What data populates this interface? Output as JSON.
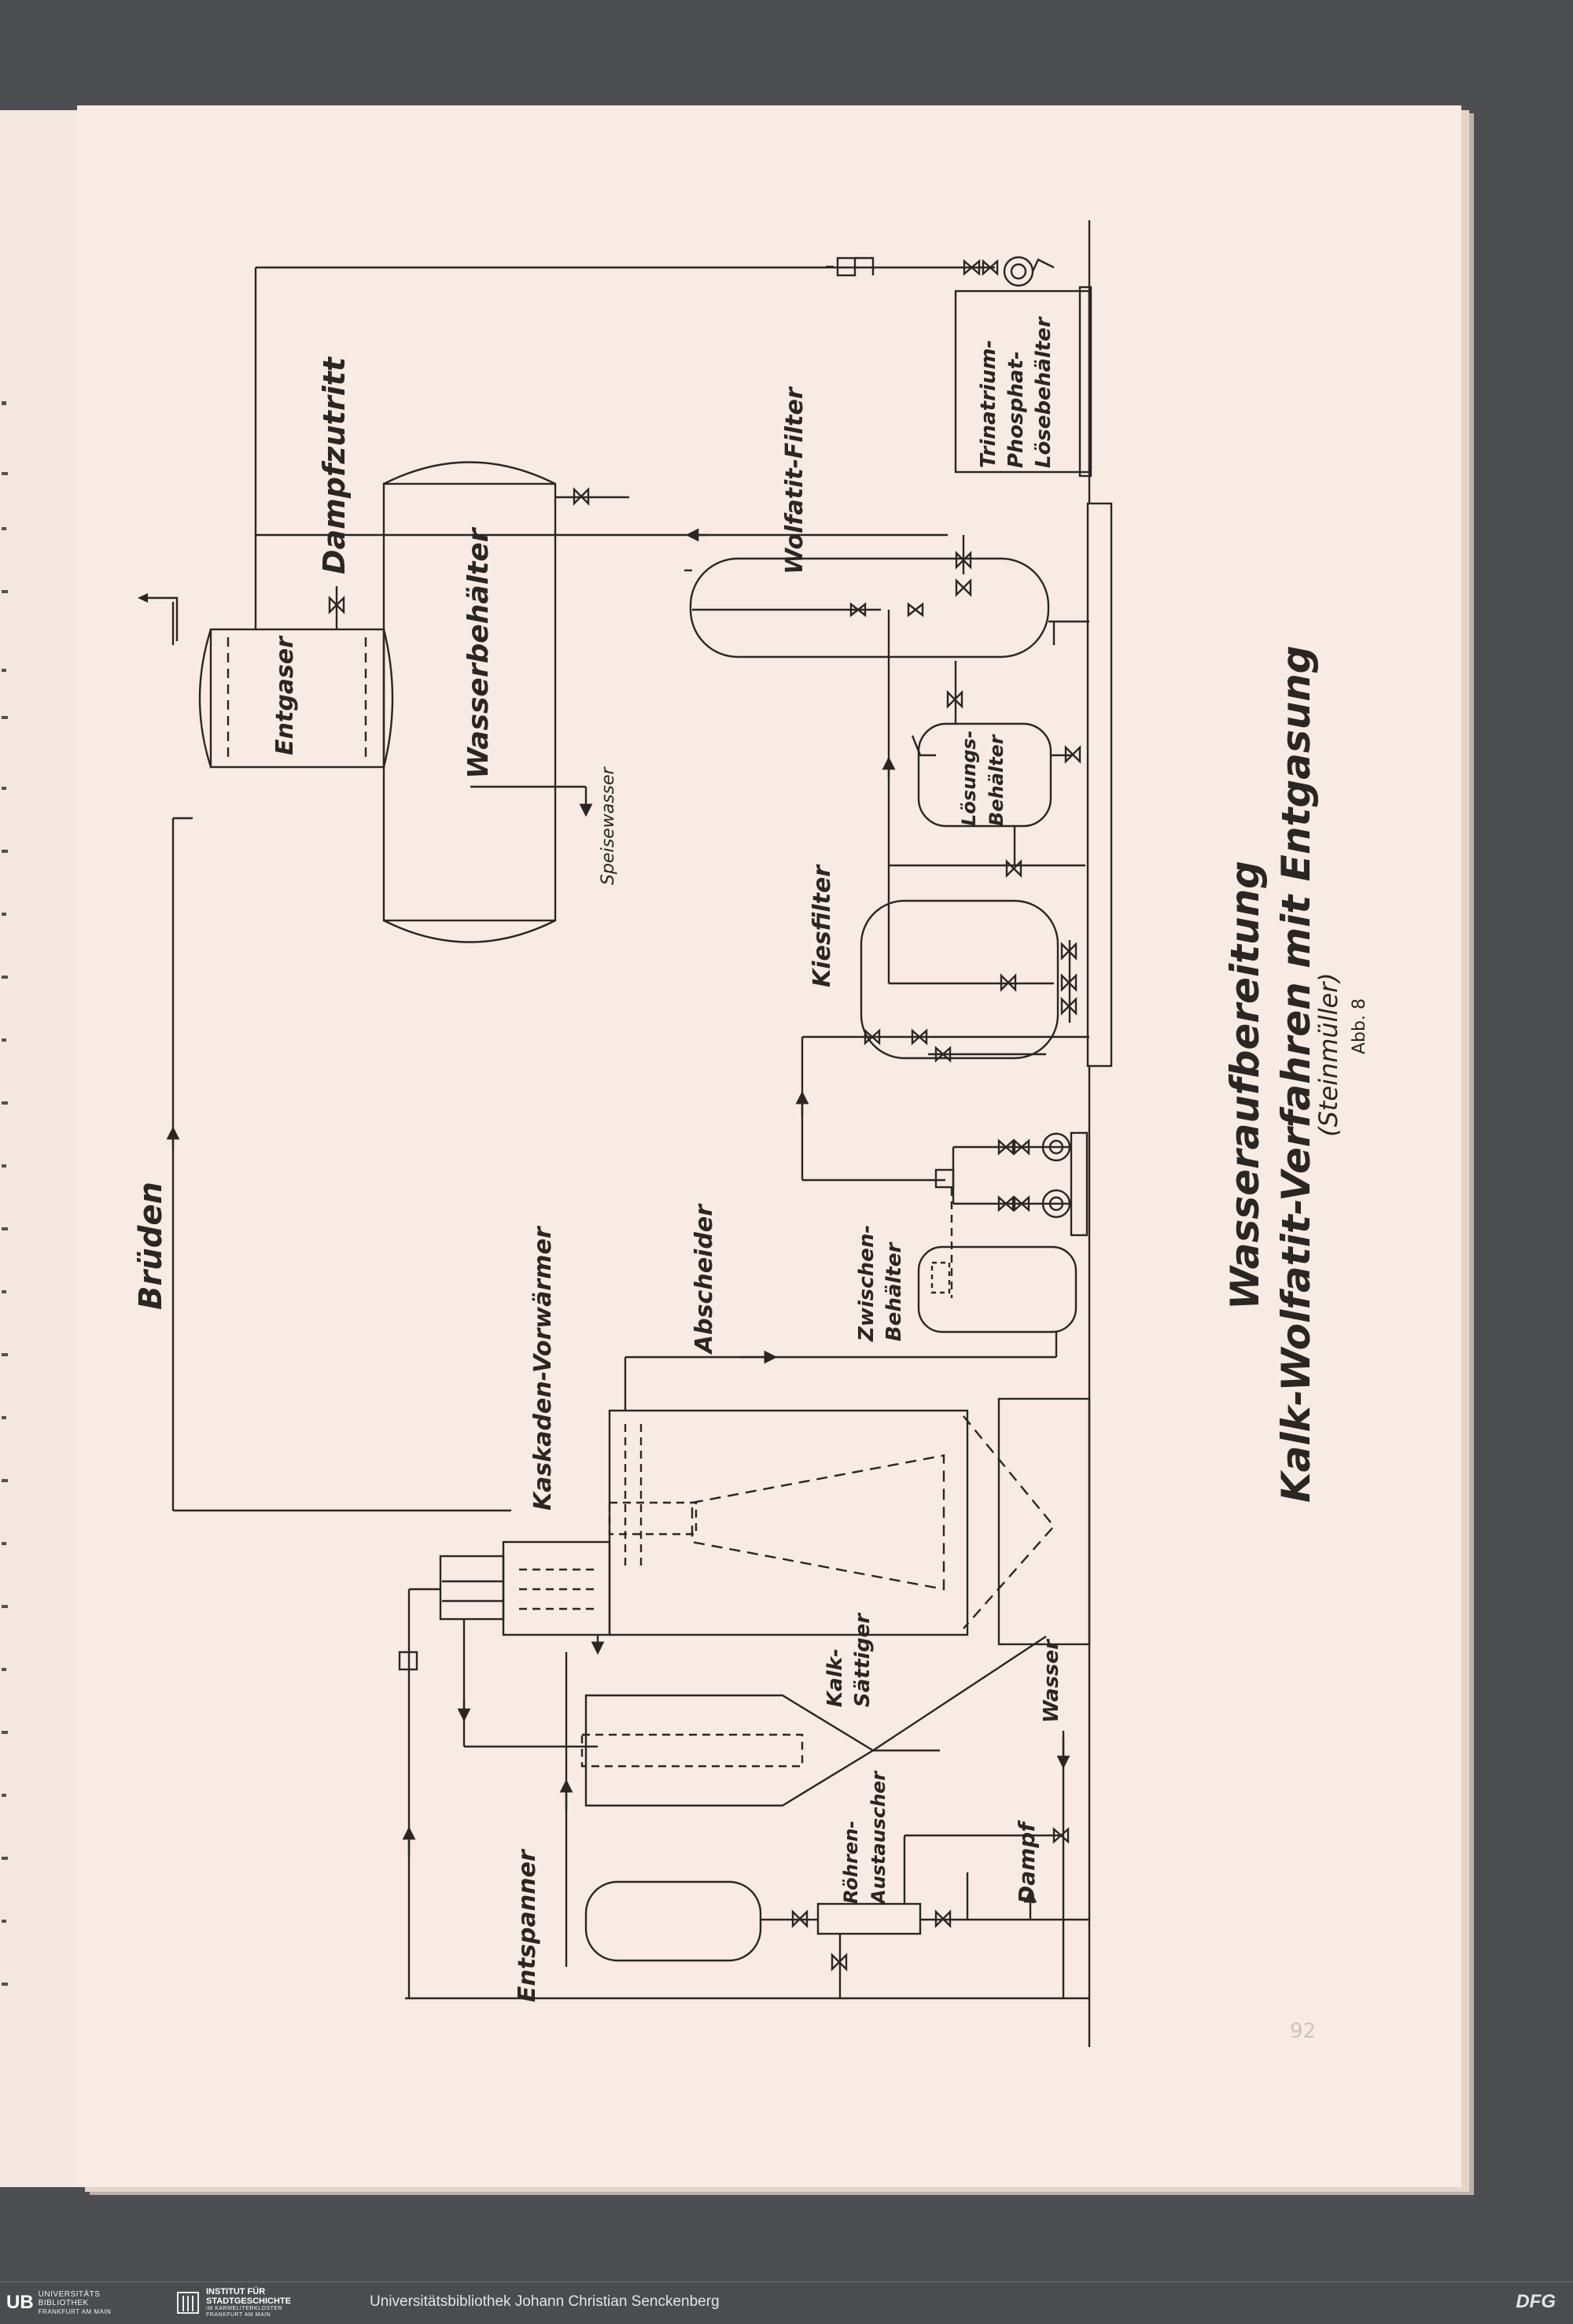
{
  "diagram": {
    "title": "Wasseraufbereitung",
    "subtitle": "Kalk-Wolfatit-Verfahren mit Entgasung",
    "author": "(Steinmüller)",
    "figure_label": "Abb. 8",
    "page_mark": "92",
    "labels": {
      "trinatrium": "Trinatrium-",
      "phosphat": "Phosphat-",
      "loesebehaelter": "Lösebehälter",
      "dampfzutritt": "Dampfzutritt",
      "entgaser": "Entgaser",
      "wasserbehaelter": "Wasserbehälter",
      "speisewasser": "Speisewasser",
      "wolfatit_filter": "Wolfatit-Filter",
      "loesungs": "Lösungs-",
      "behaelter": "Behälter",
      "kiesfilter": "Kiesfilter",
      "brueden": "Brüden",
      "kaskaden_vorwaermer": "Kaskaden-Vorwärmer",
      "abscheider": "Abscheider",
      "zwischen": "Zwischen-",
      "zwischen_behaelter": "Behälter",
      "kalk": "Kalk-",
      "saettiger": "Sättiger",
      "wasser": "Wasser",
      "roehren": "Röhren-",
      "austauscher": "Austauscher",
      "dampf": "Dampf",
      "entspanner": "Entspanner"
    }
  },
  "footer": {
    "ub_mark": "UB",
    "ub_line1": "UNIVERSITÄTS",
    "ub_line2": "BIBLIOTHEK",
    "ub_line3": "FRANKFURT AM MAIN",
    "inst_line1": "INSTITUT FÜR",
    "inst_line2": "STADTGESCHICHTE",
    "inst_line3": "IM KARMELITERKLOSTER",
    "inst_line4": "FRANKFURT AM MAIN",
    "center_text": "Universitätsbibliothek Johann Christian Senckenberg",
    "dfg": "DFG"
  }
}
